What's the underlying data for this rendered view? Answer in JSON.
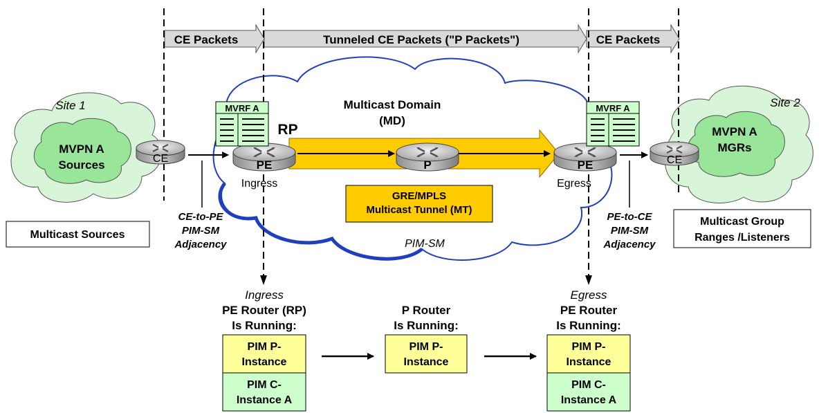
{
  "banner": {
    "ce_packets_left": "CE Packets",
    "tunneled": "Tunneled CE Packets (\"P Packets\")",
    "ce_packets_right": "CE Packets"
  },
  "site1": {
    "label": "Site 1",
    "line1": "MVPN A",
    "line2": "Sources"
  },
  "site2": {
    "label": "Site 2",
    "line1": "MVPN A",
    "line2": "MGRs"
  },
  "domain": {
    "line1": "Multicast Domain",
    "line2": "(MD)",
    "protocol": "PIM-SM"
  },
  "routers": {
    "ce_left": "CE",
    "pe_ingress": "PE",
    "p": "P",
    "pe_egress": "PE",
    "ce_right": "CE",
    "rp": "RP",
    "ingress": "Ingress",
    "egress": "Egress"
  },
  "mvrf": {
    "left": "MVRF A",
    "right": "MVRF A"
  },
  "tunnel": {
    "line1": "GRE/MPLS",
    "line2": "Multicast Tunnel (MT)"
  },
  "adjacency_left": {
    "line1": "CE-to-PE",
    "line2": "PIM-SM",
    "line3": "Adjacency"
  },
  "adjacency_right": {
    "line1": "PE-to-CE",
    "line2": "PIM-SM",
    "line3": "Adjacency"
  },
  "boxes": {
    "sources": "Multicast Sources",
    "groups_line1": "Multicast Group",
    "groups_line2": "Ranges /Listeners"
  },
  "ingress_block": {
    "title1": "Ingress",
    "title2": "PE Router (RP)",
    "title3": "Is Running:",
    "p_inst1": "PIM P-",
    "p_inst2": "Instance",
    "c_inst1": "PIM C-",
    "c_inst2": "Instance A"
  },
  "p_block": {
    "title1": "P Router",
    "title2": "Is Running:",
    "p_inst1": "PIM P-",
    "p_inst2": "Instance"
  },
  "egress_block": {
    "title1": "Egress",
    "title2": "PE Router",
    "title3": "Is Running:",
    "p_inst1": "PIM P-",
    "p_inst2": "Instance",
    "c_inst1": "PIM C-",
    "c_inst2": "Instance A"
  },
  "colors": {
    "banner_fill": "#d9d9d9",
    "site_cloud": "#ccf5cc",
    "site_inner": "#99e599",
    "mvrf_fill": "#ccffcc",
    "tunnel": "#ffcc00",
    "tunnel_box": "#ffcc00",
    "p_instance": "#ffff99",
    "c_instance": "#ccffcc",
    "domain_edge": "#1f3fbf"
  }
}
